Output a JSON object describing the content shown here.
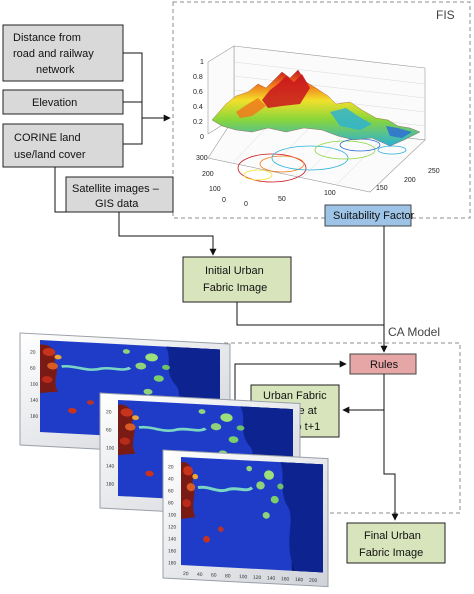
{
  "regions": {
    "fis": {
      "label": "FIS"
    },
    "ca_model": {
      "label": "CA Model"
    }
  },
  "inputs": {
    "distance": {
      "line1": "Distance from",
      "line2": "road and railway",
      "line3": "network"
    },
    "elevation": {
      "line1": "Elevation"
    },
    "corine": {
      "line1": "CORINE land",
      "line2": "use/land cover"
    },
    "satellite": {
      "line1": "Satellite images –",
      "line2": "GIS data"
    }
  },
  "nodes": {
    "suitability": {
      "line1": "Suitability Factor"
    },
    "initial": {
      "line1": "Initial Urban",
      "line2": "Fabric Image"
    },
    "rules": {
      "line1": "Rules"
    },
    "urban_t1": {
      "line1": "Urban Fabric",
      "line2": "Image at",
      "line3": "time step t+1"
    },
    "final": {
      "line1": "Final Urban",
      "line2": "Fabric Image"
    }
  },
  "surface_plot": {
    "z_ticks": [
      "1",
      "0.8",
      "0.6",
      "0.4",
      "0.2",
      "0"
    ],
    "y_ticks": [
      "300",
      "200",
      "100",
      "0"
    ],
    "x_ticks": [
      "0",
      "50",
      "100",
      "150",
      "200",
      "250"
    ]
  },
  "map_images": {
    "y_ticks": [
      "20",
      "40",
      "60",
      "80",
      "100",
      "120",
      "140",
      "160",
      "180"
    ],
    "x_ticks": [
      "20",
      "40",
      "60",
      "80",
      "100",
      "120",
      "140",
      "160",
      "180",
      "200"
    ]
  },
  "colors": {
    "input_fill": "#d9d9d9",
    "suitability_fill": "#9dc3e6",
    "green_fill": "#d8e4bc",
    "rules_fill": "#e6a6a6",
    "map_blue": "#1f3cc9",
    "map_dark_blue": "#0a1a6b"
  }
}
